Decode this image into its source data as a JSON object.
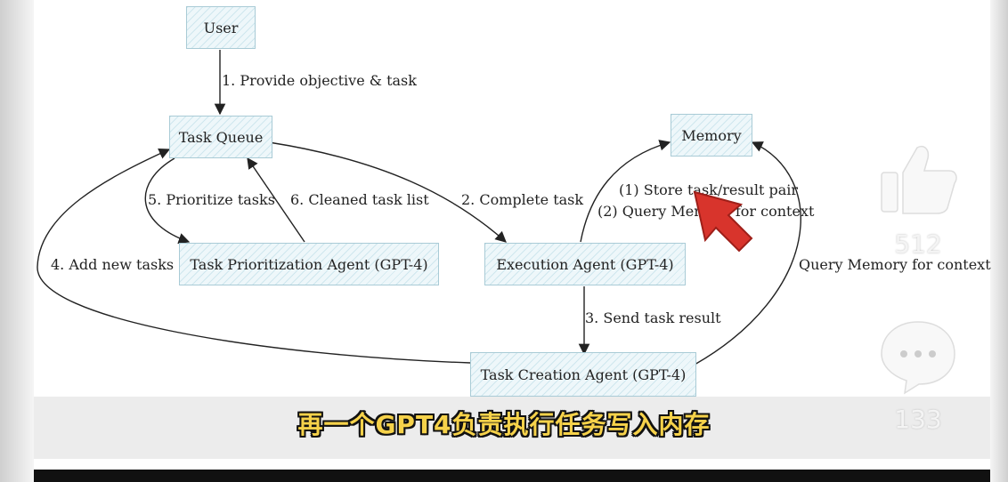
{
  "diagram": {
    "nodes": {
      "user": "User",
      "task_queue": "Task Queue",
      "memory": "Memory",
      "prioritization_agent": "Task Prioritization Agent (GPT-4)",
      "execution_agent": "Execution Agent (GPT-4)",
      "creation_agent": "Task Creation Agent (GPT-4)"
    },
    "edges": {
      "provide": "1. Provide objective & task",
      "complete": "2. Complete task",
      "send_result": "3. Send task result",
      "add_tasks": "4. Add new tasks",
      "prioritize": "5. Prioritize tasks",
      "cleaned": "6. Cleaned task list",
      "store_pair": "(1) Store task/result pair",
      "query_memory_exec": "(2) Query Memory for context",
      "query_memory_creation": "Query Memory for context"
    }
  },
  "video": {
    "subtitle": "再一个GPT4负责执行任务写入内存",
    "like_count": "512",
    "comment_count": "133"
  }
}
